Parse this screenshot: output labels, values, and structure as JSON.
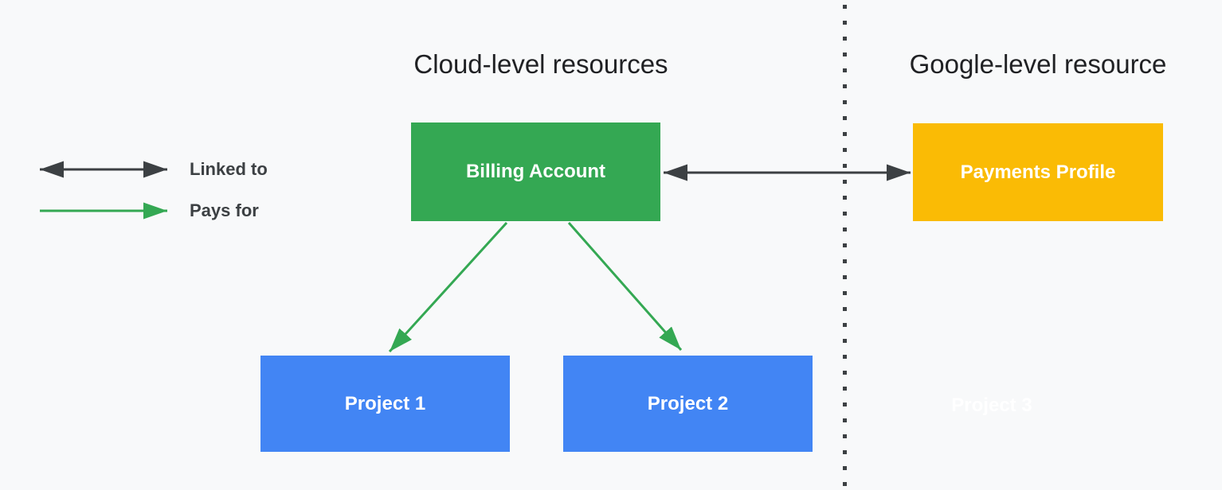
{
  "diagram": {
    "left_heading": "Cloud-level resources",
    "right_heading": "Google-level resource",
    "legend": [
      {
        "label": "Linked to",
        "type": "double-arrow",
        "color": "#3C4043"
      },
      {
        "label": "Pays for",
        "type": "arrow",
        "color": "#34A853"
      }
    ],
    "nodes": {
      "billing_account": {
        "label": "Billing Account",
        "color": "#34A853"
      },
      "payments_profile": {
        "label": "Payments Profile",
        "color": "#FABB05"
      },
      "project_1": {
        "label": "Project 1",
        "color": "#4285F4"
      },
      "project_2": {
        "label": "Project 2",
        "color": "#4285F4"
      },
      "project_3": {
        "label": "Project 3",
        "color": "#FFFFFF"
      }
    },
    "colors": {
      "background": "#F8F9FA",
      "text_dark": "#202124",
      "legend_text": "#3C4043",
      "node_text": "#FFFFFF",
      "divider": "#3C4043",
      "arrow_dark": "#3C4043",
      "arrow_green": "#34A853"
    }
  }
}
